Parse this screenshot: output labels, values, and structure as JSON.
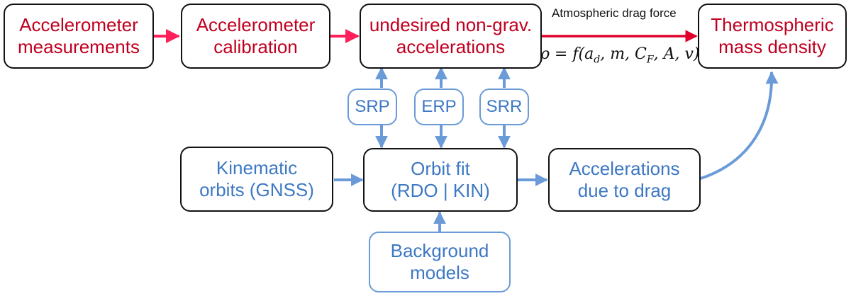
{
  "nodes": {
    "acc_meas": "Accelerometer\nmeasurements",
    "acc_cal": "Accelerometer\ncalibration",
    "nongrav": "undesired non-grav.\naccelerations",
    "thermo": "Thermospheric\nmass density",
    "srp": "SRP",
    "erp": "ERP",
    "srr": "SRR",
    "kin_orbits": "Kinematic\norbits (GNSS)",
    "orbit_fit": "Orbit fit\n(RDO | KIN)",
    "acc_drag": "Accelerations\ndue to drag",
    "background": "Background\nmodels"
  },
  "edge_labels": {
    "drag_force": "Atmospheric drag force",
    "formula": "ρ = f(a_d, m, C_F, A, v)"
  },
  "colors": {
    "red": "#c00020",
    "pink_arrow": "#ff1f5a",
    "blue_text": "#3d78c4",
    "blue_line": "#6a9bd8",
    "border_dark": "#111111"
  }
}
